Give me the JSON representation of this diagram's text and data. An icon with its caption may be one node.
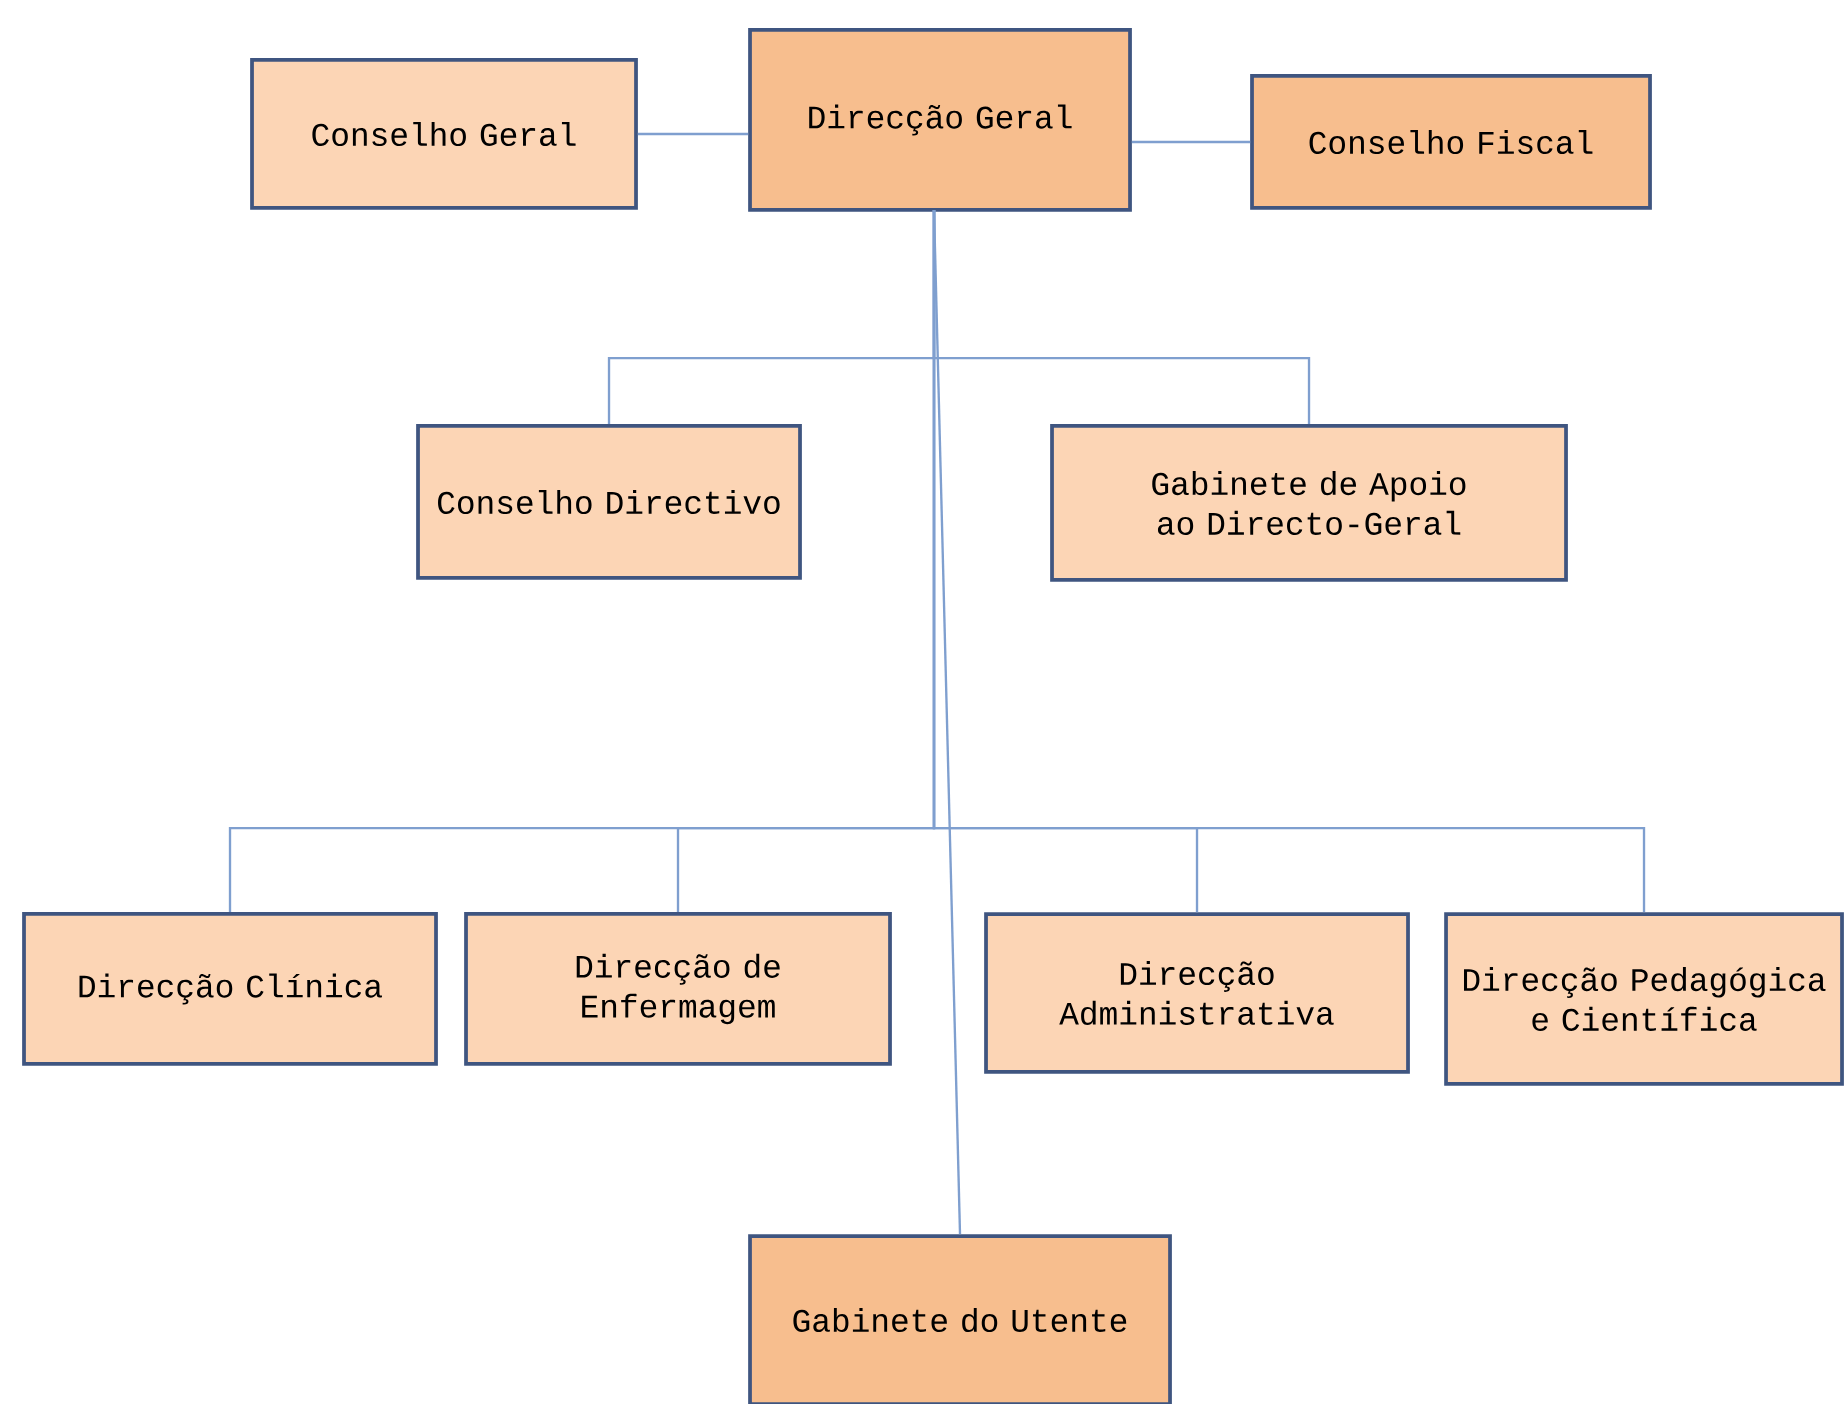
{
  "diagram": {
    "nodes": [
      {
        "text": [
          "Direcção Geral"
        ]
      },
      {
        "text": [
          "Conselho Geral"
        ]
      },
      {
        "text": [
          "Conselho Fiscal"
        ]
      },
      {
        "text": [
          "Conselho Directivo"
        ]
      },
      {
        "text": [
          "Gabinete de Apoio ao Directo-Geral"
        ]
      },
      {
        "text": [
          "Direcção Clínica"
        ]
      },
      {
        "text": [
          "Direcção de Enfermagem"
        ]
      },
      {
        "text": [
          "Direcção Administrativa"
        ]
      },
      {
        "text": [
          "Direcção Pedagógica e Científica"
        ]
      },
      {
        "text": [
          "Gabinete do Utente"
        ]
      }
    ],
    "edges": [
      {
        "from": 0,
        "to": 1,
        "arrow": "none"
      },
      {
        "from": 0,
        "to": 2,
        "arrow": "none"
      },
      {
        "from": 0,
        "to": 3,
        "arrow": "none"
      },
      {
        "from": 0,
        "to": 4,
        "arrow": "none"
      },
      {
        "from": 0,
        "to": 5,
        "arrow": "none"
      },
      {
        "from": 0,
        "to": 6,
        "arrow": "none"
      },
      {
        "from": 0,
        "to": 7,
        "arrow": "none"
      },
      {
        "from": 0,
        "to": 8,
        "arrow": "none"
      },
      {
        "from": 0,
        "to": 9,
        "arrow": "none"
      }
    ]
  }
}
